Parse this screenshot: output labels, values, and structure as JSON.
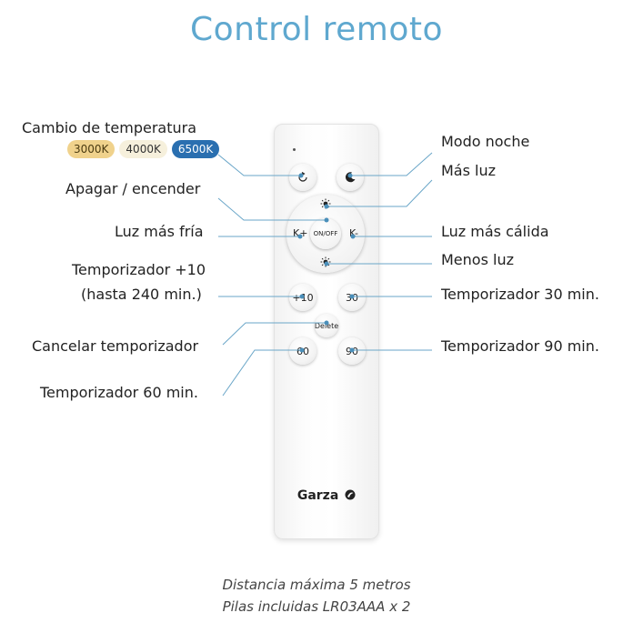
{
  "title": "Control remoto",
  "labels": {
    "cambio_temp": "Cambio de temperatura",
    "apagar": "Apagar / encender",
    "luz_fria": "Luz más fría",
    "temp10_line1": "Temporizador +10",
    "temp10_line2": "(hasta 240 min.)",
    "cancelar": "Cancelar temporizador",
    "temp60": "Temporizador 60 min.",
    "modo_noche": "Modo noche",
    "mas_luz": "Más luz",
    "luz_calida": "Luz más cálida",
    "menos_luz": "Menos luz",
    "temp30": "Temporizador 30 min.",
    "temp90": "Temporizador 90 min."
  },
  "chips": [
    "3000K",
    "4000K",
    "6500K"
  ],
  "chip_colors": [
    "#f0d28c",
    "#f6f0dc",
    "#2a6fb0"
  ],
  "remote": {
    "onoff": "ON/OFF",
    "k_plus": "K+",
    "k_minus": "K-",
    "btn_plus10": "+10",
    "btn_30": "30",
    "btn_delete": "Delete",
    "btn_60": "60",
    "btn_90": "90",
    "brand": "Garza",
    "icons": [
      "cycle-icon",
      "moon-icon",
      "sun-icon",
      "sun-icon",
      "garza-logo-icon"
    ]
  },
  "footer": {
    "line1": "Distancia máxima 5 metros",
    "line2": "Pilas incluidas LR03AAA x 2"
  },
  "accent_color": "#5fa8cf"
}
